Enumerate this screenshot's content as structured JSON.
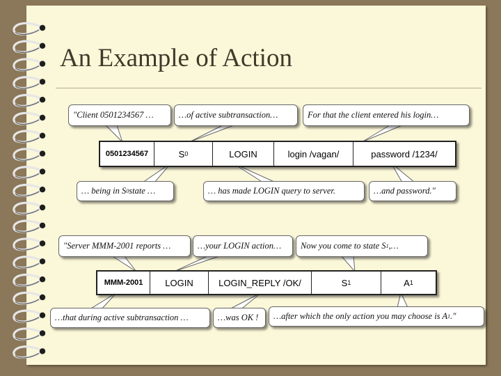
{
  "title": "An Example of Action",
  "row1": {
    "cells": [
      "0501234567",
      "S",
      "LOGIN",
      "login /vagan/",
      "password /1234/"
    ],
    "state_sub": "0"
  },
  "row2": {
    "cells": [
      "MMM-2001",
      "LOGIN",
      "LOGIN_REPLY /OK/",
      "S",
      "A"
    ],
    "state_sub": "1",
    "action_sub": "1"
  },
  "callouts": {
    "client": "\"Client 0501234567 …",
    "active_sub": "…of active subtransaction…",
    "entered_login": "For that the client entered his login…",
    "being_in_pre": "… being in S",
    "being_in_sub": "0",
    "being_in_post": " state …",
    "made_login": "… has made LOGIN query to server.",
    "and_password": "…and password.\"",
    "server_reports": "\"Server MMM-2001 reports …",
    "your_login": "…your LOGIN action…",
    "now_state_pre": "Now you come to state S",
    "now_state_sub": "1",
    "now_state_post": " ,…",
    "during_active": "…that during active subtransaction …",
    "was_ok": "…was OK !",
    "after_which_pre": "…after which the only action you may choose is A",
    "after_which_sub": "1",
    "after_which_post": ".\""
  }
}
